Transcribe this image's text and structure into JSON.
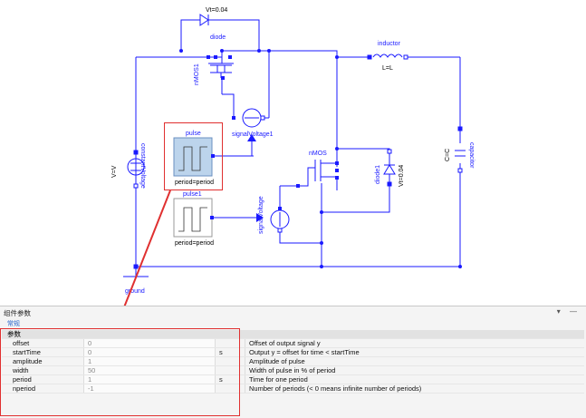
{
  "schematic": {
    "diode_param": "Vt=0.04",
    "diode": "diode",
    "inductor": "inductor",
    "inductor_param": "L=L",
    "nmos1": "nMOS1",
    "signal_voltage1": "signalVoltage1",
    "pulse": "pulse",
    "pulse_param": "period=period",
    "pulse1": "pulse1",
    "pulse1_param": "period=period",
    "signal_voltage": "signalVoltage",
    "nmos": "nMOS",
    "diode1": "diode1",
    "diode1_param": "Vt=0.04",
    "capacitor": "capacitor",
    "capacitor_param": "C=C",
    "constant_voltage": "constantVoltage",
    "constant_voltage_param": "V=V",
    "ground": "ground"
  },
  "panel": {
    "title": "组件参数",
    "controls": "▾ —",
    "tab_general": "常规",
    "group_label": "参数",
    "params": [
      {
        "name": "offset",
        "value": "0",
        "unit": "",
        "desc": "Offset of output signal y"
      },
      {
        "name": "startTime",
        "value": "0",
        "unit": "s",
        "desc": "Output y = offset for time < startTime"
      },
      {
        "name": "amplitude",
        "value": "1",
        "unit": "",
        "desc": "Amplitude of pulse"
      },
      {
        "name": "width",
        "value": "50",
        "unit": "",
        "desc": "Width of pulse in % of period"
      },
      {
        "name": "period",
        "value": "1",
        "unit": "s",
        "desc": "Time for one period"
      },
      {
        "name": "nperiod",
        "value": "-1",
        "unit": "",
        "desc": "Number of periods (< 0 means infinite number of periods)"
      }
    ]
  },
  "colors": {
    "wire": "#1a1aff",
    "annotation": "#e03030",
    "selected_block": "#bcd4ec"
  }
}
